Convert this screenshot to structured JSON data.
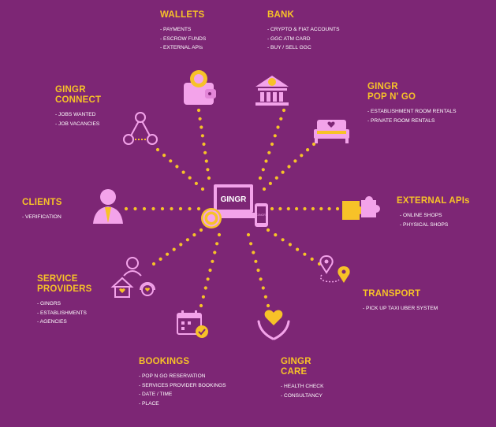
{
  "center": {
    "logo": "GINGR"
  },
  "nodes": [
    {
      "id": "wallets",
      "title": "WALLETS",
      "items": [
        "PAYMENTS",
        "ESCROW FUNDS",
        "EXTERNAL APIs"
      ]
    },
    {
      "id": "bank",
      "title": "BANK",
      "items": [
        "CRYPTO & FIAT ACCOUNTS",
        "GGC ATM CARD",
        "BUY / SELL GGC"
      ]
    },
    {
      "id": "connect",
      "title": "GINGR\nCONNECT",
      "items": [
        "JOBS WANTED",
        "JOB VACANCIES"
      ]
    },
    {
      "id": "popngo",
      "title": "GINGR\nPOP N' GO",
      "items": [
        "ESTABLISHMENT ROOM RENTALS",
        "PRIVATE ROOM RENTALS"
      ]
    },
    {
      "id": "clients",
      "title": "CLIENTS",
      "items": [
        "VERIFICATION"
      ]
    },
    {
      "id": "external",
      "title": "EXTERNAL APIs",
      "items": [
        "ONLINE SHOPS",
        "PHYSICAL SHOPS"
      ]
    },
    {
      "id": "service",
      "title": "SERVICE\nPROVIDERS",
      "items": [
        "GINGRS",
        "ESTABLISHMENTS",
        "AGENCIES"
      ]
    },
    {
      "id": "transport",
      "title": "TRANSPORT",
      "items": [
        "PICK UP TAXI UBER SYSTEM"
      ]
    },
    {
      "id": "bookings",
      "title": "BOOKINGS",
      "items": [
        "POP N GO RESERVATION",
        "SERVICES PROVIDER BOOKINGS",
        "DATE / TIME",
        "PLACE"
      ]
    },
    {
      "id": "care",
      "title": "GINGR\nCARE",
      "items": [
        "HEALTH CHECK",
        "CONSULTANCY"
      ]
    }
  ],
  "colors": {
    "background": "#7d2675",
    "accent": "#f7c228",
    "icon": "#f3a3ea",
    "text": "#ffffff"
  },
  "icons": [
    "wallet-icon",
    "bank-icon",
    "network-icon",
    "bed-icon",
    "person-icon",
    "puzzle-icon",
    "service-providers-icon",
    "location-route-icon",
    "calendar-check-icon",
    "heart-hands-icon",
    "laptop-phone-icon",
    "coin-icon"
  ]
}
